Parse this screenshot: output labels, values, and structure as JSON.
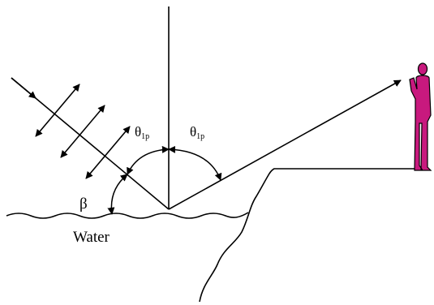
{
  "diagram": {
    "angle_left": {
      "symbol": "θ",
      "subscript": "1p"
    },
    "angle_right": {
      "symbol": "θ",
      "subscript": "1p"
    },
    "beta_label": "β",
    "water_label": "Water",
    "colors": {
      "line": "#000000",
      "person": "#c8197e"
    }
  }
}
